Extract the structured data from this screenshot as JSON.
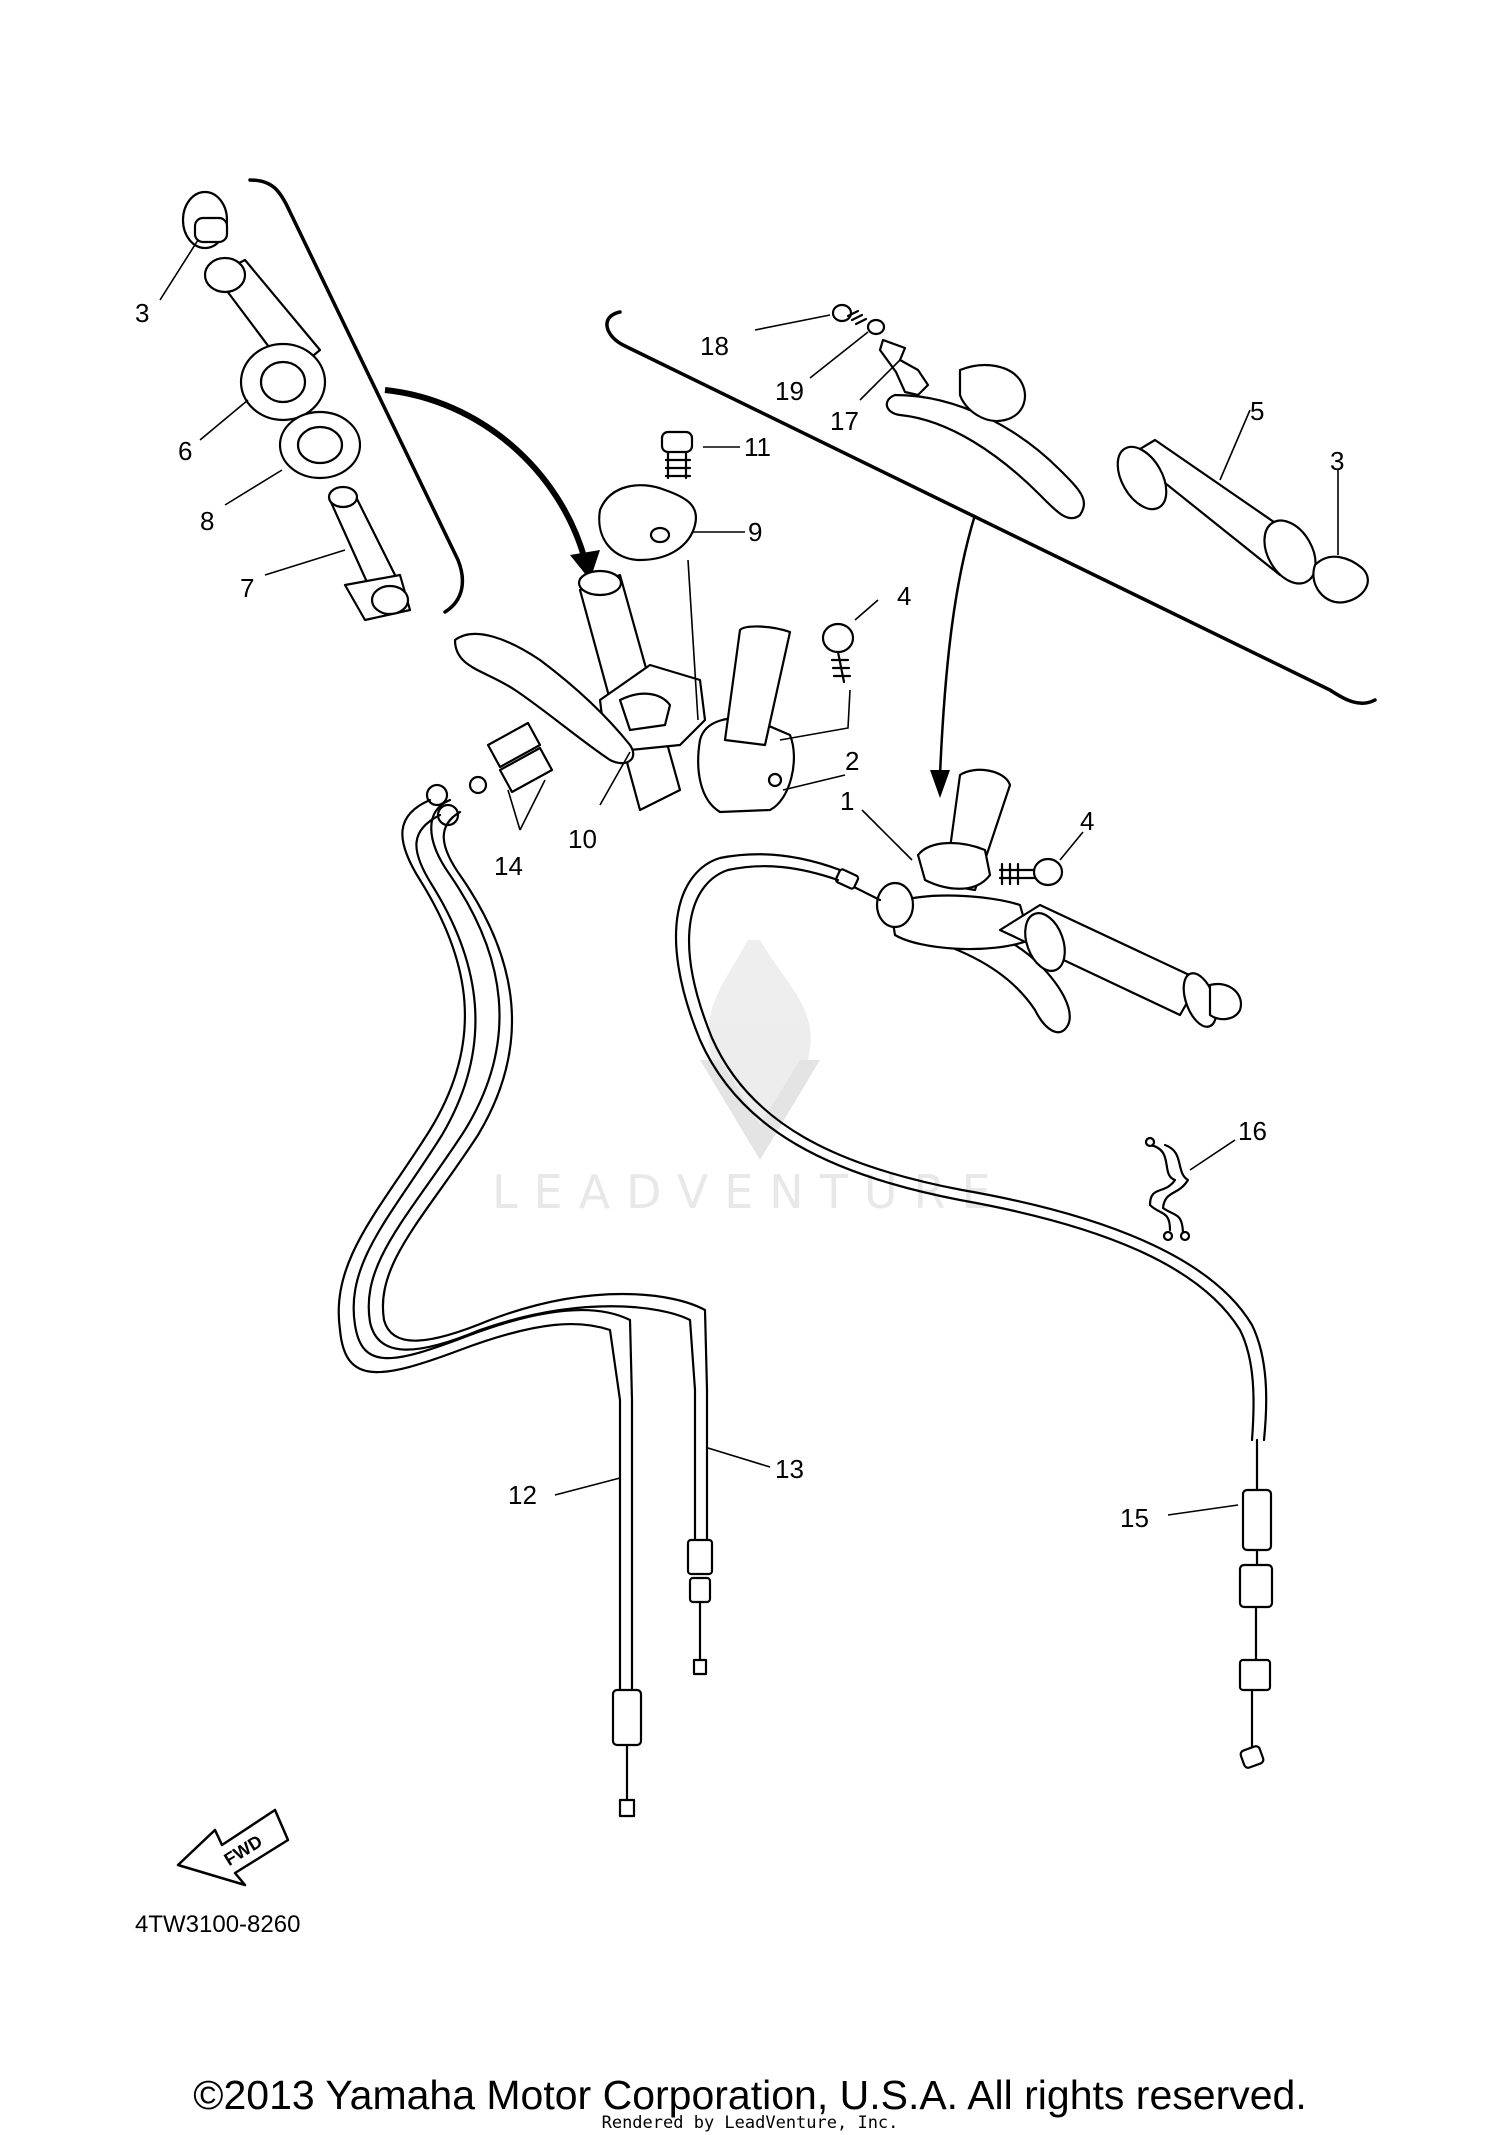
{
  "diagram_code": "4TW3100-8260",
  "fwd_label": "FWD",
  "watermark": "LEADVENTURE",
  "copyright": "©2013 Yamaha Motor Corporation, U.S.A. All rights reserved.",
  "rendered_by": "Rendered by LeadVenture, Inc.",
  "callouts": {
    "c1": "1",
    "c2": "2",
    "c3a": "3",
    "c3b": "3",
    "c4a": "4",
    "c4b": "4",
    "c5": "5",
    "c6": "6",
    "c7": "7",
    "c8": "8",
    "c9": "9",
    "c10": "10",
    "c11": "11",
    "c12": "12",
    "c13": "13",
    "c14": "14",
    "c15": "15",
    "c16": "16",
    "c17": "17",
    "c18": "18",
    "c19": "19"
  }
}
